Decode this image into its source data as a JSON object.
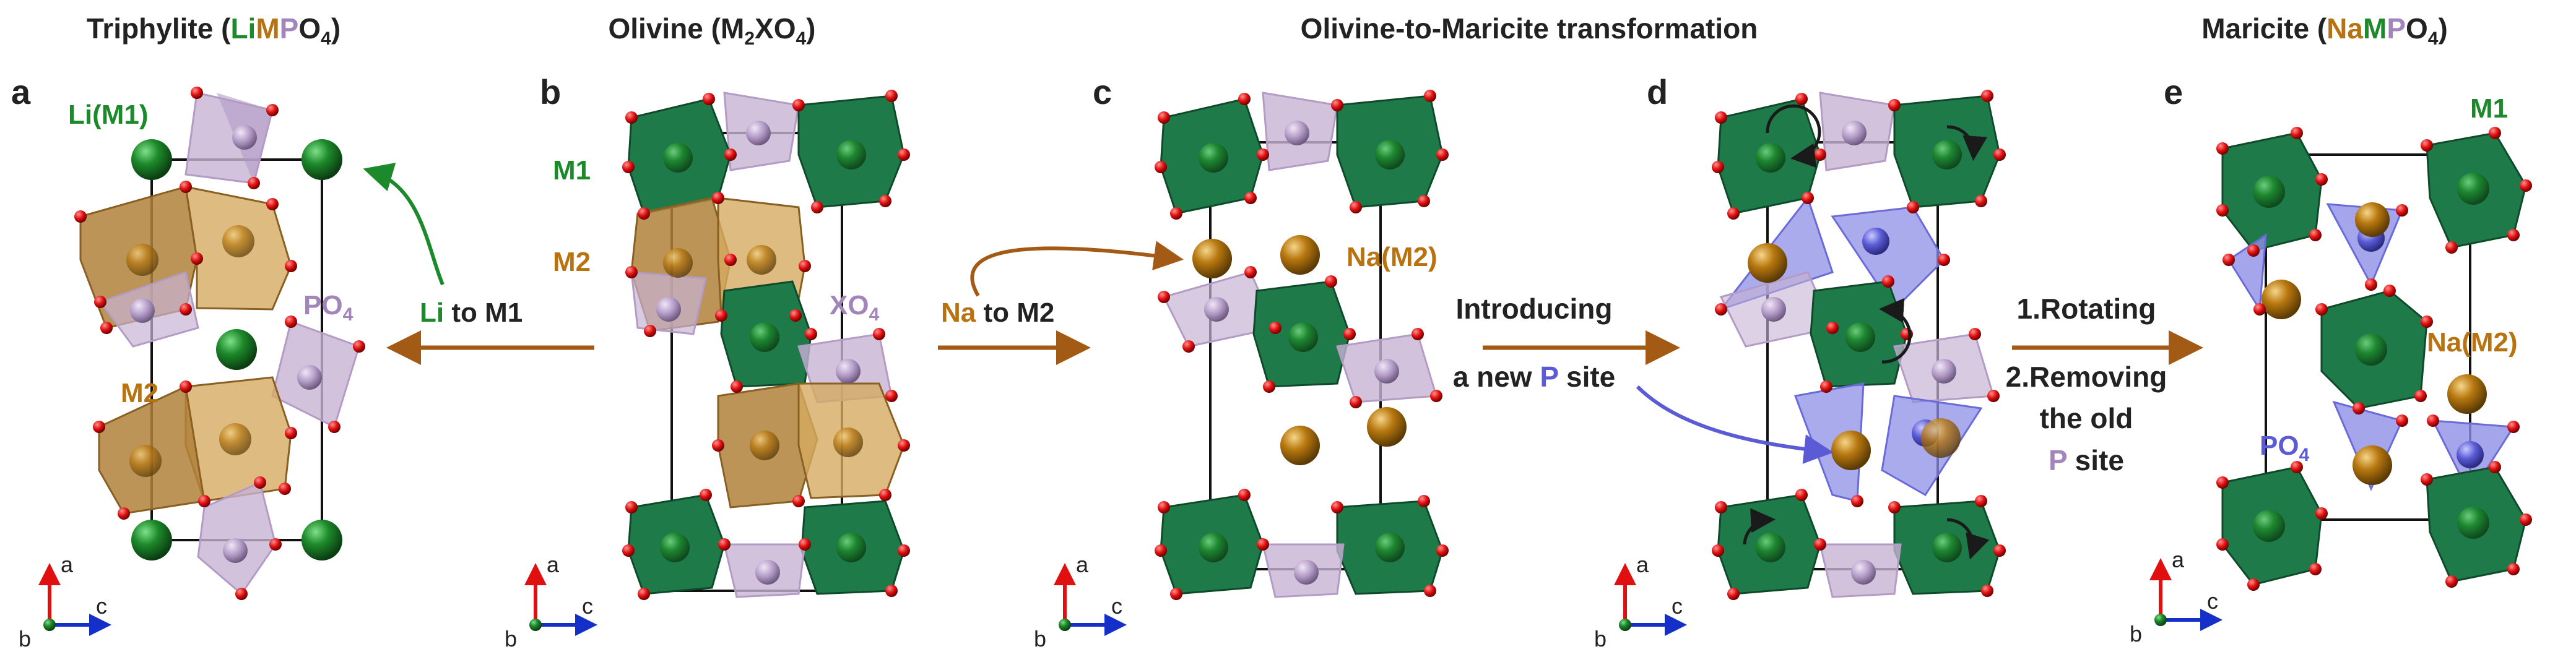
{
  "colors": {
    "lithium": "#1c8a2b",
    "sodium": "#b8720f",
    "phosphorus": "#a285ba",
    "new_p": "#5b5bd6",
    "metal_octahedron": "#1f7a4a",
    "m2_octahedron": "#b0813a",
    "po4_old": "#c7b3d3",
    "po4_new": "#8d8fe6",
    "oxygen": "#e01010",
    "arrow": "#a25a14",
    "black": "#1a1a1a"
  },
  "titles": {
    "triphylite": {
      "name": "Triphylite",
      "li": "Li",
      "m": "M",
      "p": "P",
      "o": "O",
      "o_sub": "4"
    },
    "olivine": {
      "name": "Olivine",
      "m": "M",
      "m_sub": "2",
      "x": "X",
      "o": "O",
      "o_sub": "4"
    },
    "transformation": "Olivine-to-Maricite transformation",
    "maricite": {
      "name": "Maricite",
      "na": "Na",
      "m": "M",
      "p": "P",
      "o": "O",
      "o_sub": "4"
    }
  },
  "panels": {
    "a": {
      "letter": "a",
      "li_m1": "Li(M1)",
      "po4_base": "PO",
      "po4_sub": "4",
      "m2": "M2"
    },
    "b": {
      "letter": "b",
      "m1": "M1",
      "m2": "M2",
      "xo4_base": "XO",
      "xo4_sub": "4"
    },
    "c": {
      "letter": "c",
      "na_m2": "Na(M2)"
    },
    "d": {
      "letter": "d"
    },
    "e": {
      "letter": "e",
      "m1": "M1",
      "na_m2": "Na(M2)",
      "po4_base": "PO",
      "po4_sub": "4"
    }
  },
  "steps": {
    "li_to_m1": {
      "element": "Li",
      "rest": " to M1"
    },
    "na_to_m2": {
      "element": "Na",
      "rest": " to M2"
    },
    "introducing": {
      "line1": "Introducing",
      "line2_pre": "a new ",
      "line2_p": "P",
      "line2_post": " site"
    },
    "rotating": {
      "line1": "1.Rotating",
      "line2": "2.Removing",
      "line3": "the old",
      "line4_p": "P",
      "line4_post": " site"
    }
  },
  "axes": {
    "a": "a",
    "b": "b",
    "c": "c"
  }
}
